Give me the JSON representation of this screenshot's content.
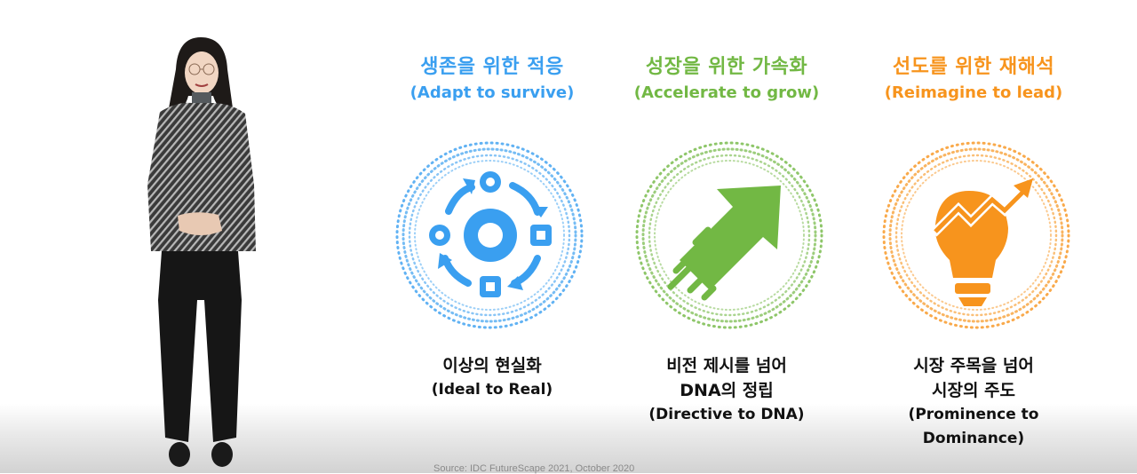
{
  "slide": {
    "columns": [
      {
        "title_ko": "생존을 위한 적응",
        "title_en": "(Adapt to survive)",
        "icon": "cycle-process-icon",
        "color": "#3a9ff0",
        "caption_lines": [
          "이상의 현실화",
          "(Ideal to Real)"
        ]
      },
      {
        "title_ko": "성장을 위한 가속화",
        "title_en": "(Accelerate to grow)",
        "icon": "accelerating-arrow-icon",
        "color": "#72b844",
        "caption_lines": [
          "비전 제시를 넘어",
          "DNA의 정립",
          "(Directive to DNA)"
        ]
      },
      {
        "title_ko": "선도를 위한 재해석",
        "title_en": "(Reimagine to lead)",
        "icon": "lightbulb-growth-icon",
        "color": "#f7941d",
        "caption_lines": [
          "시장 주목을 넘어",
          "시장의 주도",
          "(Prominence to",
          "Dominance)"
        ]
      }
    ],
    "source": "Source: IDC FutureScape 2021, October 2020"
  },
  "presenter": {
    "label": "presenter"
  }
}
